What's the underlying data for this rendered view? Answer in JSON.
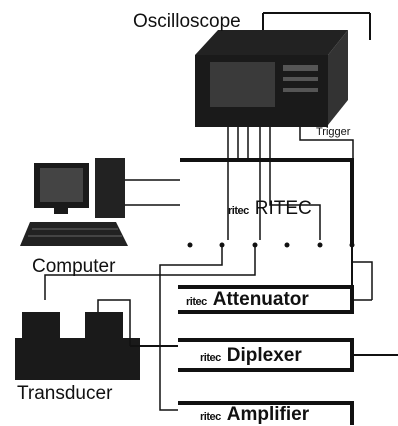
{
  "labels": {
    "oscilloscope": "Oscilloscope",
    "trigger": "Trigger",
    "computer": "Computer",
    "transducer": "Transducer"
  },
  "modules": {
    "ritec": "RITEC",
    "attenuator": "Attenuator",
    "diplexer": "Diplexer",
    "amplifier": "Amplifier"
  },
  "logo_text": "ritec"
}
